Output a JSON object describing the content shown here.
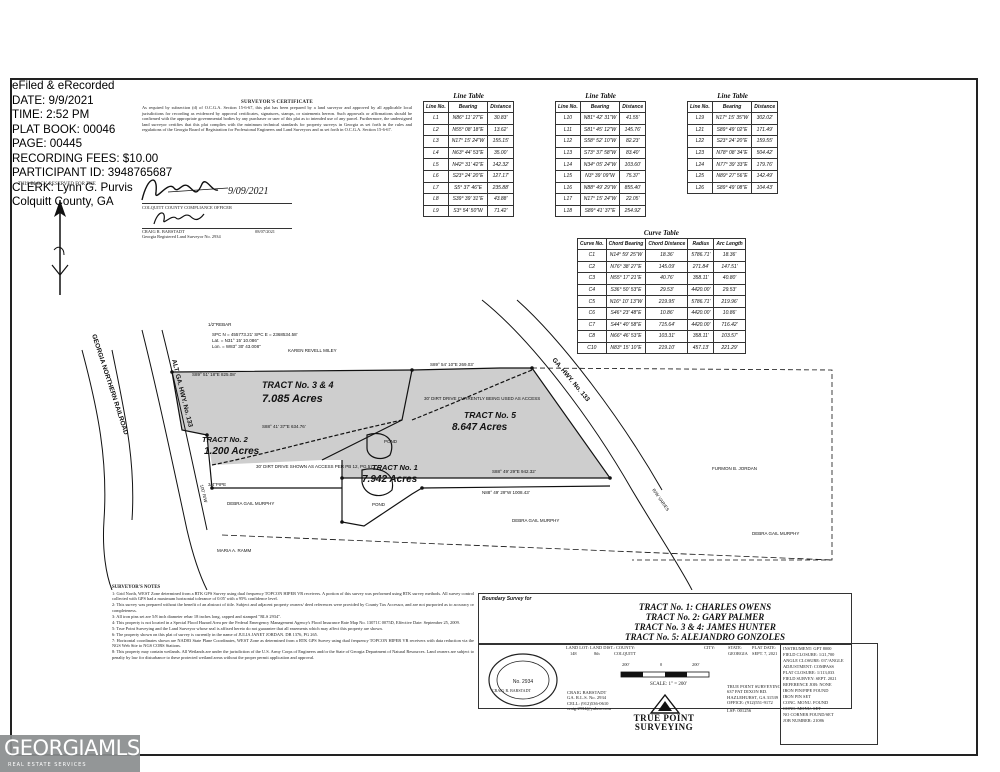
{
  "stamp": {
    "lines": [
      "eFiled & eRecorded",
      "DATE: 9/9/2021",
      "TIME: 2:52 PM",
      "PLAT BOOK: 00046",
      "PAGE: 00445",
      "RECORDING FEES: $10.00",
      "PARTICIPANT ID: 3948765687",
      "CLERK: Lynn G. Purvis",
      "Colquitt County, GA"
    ],
    "reserved": "THIS BLOCK RESERVED FOR THE"
  },
  "certificate": {
    "title": "SURVEYOR'S CERTIFICATE",
    "body": "As required by subsection (d) of O.C.G.A. Section 15-6-67, this plat has been prepared by a land surveyor and approved by all applicable local jurisdictions for recording as evidenced by approval certificates, signatures, stamps, or statements hereon. Such approvals or affirmations should be confirmed with the appropriate governmental bodies by any purchaser or user of this plat as to intended use of any parcel. Furthermore, the undersigned land surveyor certifies that this plat complies with the minimum technical standards for property surveys in Georgia as set forth in the rules and regulations of the Georgia Board of Registration for Professional Engineers and Land Surveyors and as set forth in O.C.G.A. Section 15-6-67.",
    "sig_date": "9/09/2021",
    "officer": "COLQUITT COUNTY COMPLIANCE OFFICER",
    "surveyor": "CRAIG R. BARSTADT",
    "surveyor_date": "08/07/2021",
    "reg": "Georgia Registered Land Surveyor No. 2934"
  },
  "line_tables": [
    {
      "title": "Line Table",
      "headers": [
        "Line No.",
        "Bearing",
        "Distance"
      ],
      "rows": [
        [
          "L1",
          "N86° 11' 27\"E",
          "30.83'"
        ],
        [
          "L2",
          "N55° 08' 18\"E",
          "13.62'"
        ],
        [
          "L3",
          "N17° 15' 24\"W",
          "155.15'"
        ],
        [
          "L4",
          "N63° 44' 53\"E",
          "35.00'"
        ],
        [
          "L5",
          "N42° 31' 42\"E",
          "142.32'"
        ],
        [
          "L6",
          "S23° 24' 20\"E",
          "127.17'"
        ],
        [
          "L7",
          "S5° 37' 46\"E",
          "235.88'"
        ],
        [
          "L8",
          "S39° 39' 31\"E",
          "43.88'"
        ],
        [
          "L9",
          "S3° 54' 50\"W",
          "71.42'"
        ]
      ]
    },
    {
      "title": "Line Table",
      "headers": [
        "Line No.",
        "Bearing",
        "Distance"
      ],
      "rows": [
        [
          "L10",
          "N81° 42' 31\"W",
          "41.55'"
        ],
        [
          "L11",
          "S81° 45' 12\"W",
          "145.76'"
        ],
        [
          "L12",
          "S58° 52' 10\"W",
          "82.23'"
        ],
        [
          "L13",
          "S73° 37' 58\"W",
          "83.40'"
        ],
        [
          "L14",
          "N34° 05' 24\"W",
          "103.60'"
        ],
        [
          "L15",
          "N3° 39' 09\"W",
          "75.37'"
        ],
        [
          "L16",
          "N88° 49' 29\"W",
          "855.40'"
        ],
        [
          "L17",
          "N17° 15' 24\"W",
          "22.05'"
        ],
        [
          "L18",
          "S89° 41' 37\"E",
          "254.92'"
        ]
      ]
    },
    {
      "title": "Line Table",
      "headers": [
        "Line No.",
        "Bearing",
        "Distance"
      ],
      "rows": [
        [
          "L19",
          "N17° 15' 35\"W",
          "302.02'"
        ],
        [
          "L21",
          "S89° 49' 02\"E",
          "171.49'"
        ],
        [
          "L22",
          "S23° 24' 20\"E",
          "159.55'"
        ],
        [
          "L23",
          "N78° 08' 34\"E",
          "504.42'"
        ],
        [
          "L24",
          "N77° 39' 33\"E",
          "179.76'"
        ],
        [
          "L25",
          "N89° 27' 56\"E",
          "142.49'"
        ],
        [
          "L26",
          "S89° 49' 08\"E",
          "104.43'"
        ]
      ]
    }
  ],
  "curve_table": {
    "title": "Curve Table",
    "headers": [
      "Curve No.",
      "Chord Bearing",
      "Chord Distance",
      "Radius",
      "Arc Length"
    ],
    "rows": [
      [
        "C1",
        "N14° 59' 25\"W",
        "18.36'",
        "5786.71'",
        "18.36'"
      ],
      [
        "C2",
        "N76° 38' 27\"E",
        "145.09'",
        "271.84'",
        "147.51'"
      ],
      [
        "C3",
        "N55° 17' 21\"E",
        "40.76'",
        "358.11'",
        "40.80'"
      ],
      [
        "C4",
        "S36° 50' 53\"E",
        "29.53'",
        "4420.00'",
        "29.53'"
      ],
      [
        "C5",
        "N16° 10' 13\"W",
        "219.95'",
        "5786.71'",
        "219.96'"
      ],
      [
        "C6",
        "S46° 23' 48\"E",
        "10.86'",
        "4420.00'",
        "10.86'"
      ],
      [
        "C7",
        "S44° 40' 58\"E",
        "715.64'",
        "4420.00'",
        "716.42'"
      ],
      [
        "C8",
        "N66° 46' 53\"E",
        "103.31'",
        "358.11'",
        "103.57'"
      ],
      [
        "C10",
        "N83° 15' 10\"E",
        "219.10'",
        "457.13'",
        "221.29'"
      ]
    ]
  },
  "map": {
    "tract34": "TRACT No. 3 & 4",
    "tract34_acres": "7.085 Acres",
    "tract5": "TRACT No. 5",
    "tract5_acres": "8.647 Acres",
    "tract2": "TRACT No. 2",
    "tract2_acres": "1.200 Acres",
    "tract1": "TRACT No. 1",
    "tract1_acres": "7.942 Acres",
    "pond": "POND",
    "drive_note": "30' DIRT DRIVE CURRENTLY BEING USED AS ACCESS",
    "drive_note2": "30' DIRT DRIVE SHOWN AS ACCESS PER PB 12, PG 57.",
    "hwy133": "GA. HWY. No. 133",
    "alt_hwy": "ALT. GA. HWY. No. 133",
    "railroad": "GEORGIA NORTHERN RAILROAD",
    "rw": "R/W VARIES",
    "rw100": "100' R/W",
    "owner_n": "KAREN REVELL MILEY",
    "owner_e": "FURMON B. JORDAN",
    "owner_s1": "DEBRA GAIL MURPHY",
    "owner_s2": "DEBRA GAIL MURPHY",
    "owner_s3": "DEBRA GAIL MURPHY",
    "owner_sw": "MARIA A. RAMM",
    "d1": "S89° 51' 18\"E  825.08'",
    "d2": "S88° 41' 37\"E  634.76'",
    "d3": "S88° 49' 29\"E  942.32'",
    "d4": "N88° 49' 29\"W  1008.43'",
    "d5": "S89° 54' 10\"E  269.03'",
    "spc": "SPC N = 455773.21'  SPC E = 2368534.58'",
    "lat": "Lat. = N31° 15' 10.086\"",
    "lon": "Lon. = W83° 30' 43.008\"",
    "rebar": "1/2\"REBAR",
    "pipe": "3/4\"PIPE"
  },
  "notes": {
    "title": "SURVEYOR'S NOTES",
    "items": [
      "1:  Grid North, WEST Zone determined from a RTK GPS Survey using dual frequency TOPCON HIPER VR receivers. A portion of this survey was performed using RTK survey methods. All survey control collected with GPS had a maximum horizontal tolerance of 0.05' with a 95% confidence level.",
      "2:  This survey was prepared without the benefit of an abstract of title. Subject and adjacent property owners/ deed references were provided by County Tax Accessor, and are not purported as to accuracy or completeness.",
      "3:  All iron pins set are 5/8 inch diameter rebar 18 inches long, capped and stamped \"RLS 2934\".",
      "4:  This property is not located in a Special Flood Hazard Area per the Federal Emergency Management Agency's Flood Insurance Rate Map No. 13071C 0075D, Effective Date: September 25, 2009.",
      "5:  True Point Surveying and the Land Surveyor whose seal is affixed hereto do not guarantee that all easements which may affect this property are shown.",
      "6:  The property shown on this plat of survey is currently in the name of JULIA JANET JORDAN. DB 1376, PG 265.",
      "7:  Horizontal coordinates shown are NAD83 State Plane Coordinates, WEST Zone as determined from a RTK GPS Survey using dual frequency TOPCON HIPER VR receivers with data reduction via the NGS Web Site to NGS CORS Stations.",
      "8:  This property may contain wetlands. All Wetlands are under the jurisdiction of the U.S. Army Corps of Engineers and/or the State of Georgia Department of Natural Resources. Land owners are subject to penalty by law for disturbance to these protected wetland areas without the proper permit application and approval."
    ]
  },
  "boundary": {
    "label": "Boundary Survey for",
    "tracts": [
      "TRACT No. 1:  CHARLES OWENS",
      "TRACT No. 2:  GARY PALMER",
      "TRACT No. 3 & 4:  JAMES HUNTER",
      "TRACT No. 5:  ALEJANDRO GONZOLES"
    ]
  },
  "info": {
    "land_lot_label": "LAND LOT:",
    "land_lot": "148",
    "district_label": "LAND DIST.:",
    "district": "8th",
    "county_label": "COUNTY:",
    "county": "COLQUITT",
    "city_label": "CITY:",
    "state_label": "STATE:",
    "state": "GEORGIA",
    "plat_date_label": "PLAT DATE:",
    "plat_date": "SEPT. 7, 2021",
    "scale": "SCALE:  1\" = 200'",
    "scale_a": "200'",
    "scale_b": "0",
    "scale_c": "200'",
    "seal_text": "CRAIG R. BARSTADT",
    "surveyor": "CRAIG BARSTADT",
    "ga_rls": "GA. R.L.S. No. 2934",
    "cell": "CELL: (912)536-0610",
    "email": "craig.2934@yahoo.com",
    "firm": "TRUE POINT SURVEYING",
    "addr1": "637 PAT DIXON RD.",
    "addr2": "HAZLEHURST, GA 31539",
    "office": "OFFICE: (912)551-9172",
    "lsf": "LSF: 001256",
    "logo1": "TRUE POINT",
    "logo2": "SURVEYING"
  },
  "instrument": [
    "INSTRUMENT:  GPT 8000",
    "FIELD CLOSURE:  1/21,700",
    "ANGLE CLOSURE:  03\"/ANGLE",
    "ADJUSTMENT:  COMPASS",
    "PLAT CLOSURE:  1/113,033",
    "FIELD SURVEY:  SEPT. 2021",
    "REFERENCE JOB:  NONE",
    "IRON PIN/PIPE FOUND",
    "IRON PIN SET",
    "CONC. MONU. FOUND",
    "CONC. MONU. SET",
    "NO CORNER FOUND/SET",
    "JOB NUMBER:  21086"
  ],
  "watermark": {
    "brand": "GEORGIAMLS",
    "sub": "REAL ESTATE SERVICES"
  }
}
